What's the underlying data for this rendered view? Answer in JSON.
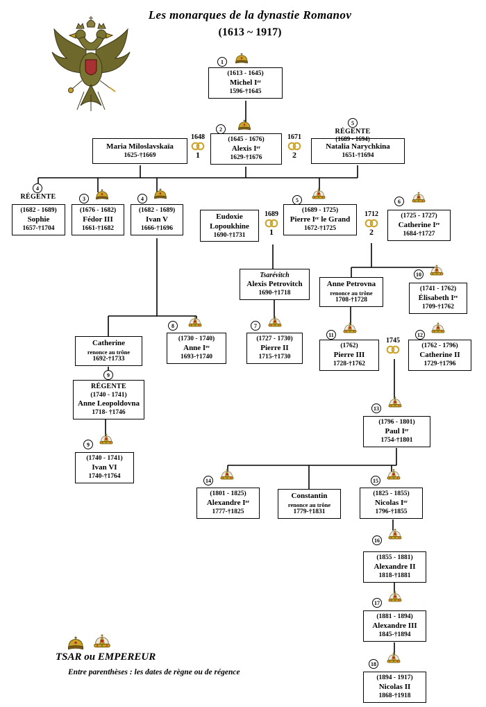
{
  "title": "Les monarques de la dynastie Romanov",
  "subtitle": "(1613 ~ 1917)",
  "legend": {
    "tsar": "TSAR ou EMPEREUR",
    "note": "Entre parenthèses : les dates de règne ou de régence"
  },
  "icons": {
    "tsar_crown": "tsar-crown-icon",
    "imperial_crown": "imperial-crown-icon",
    "rings": "wedding-rings-icon",
    "arms": "romanov-coat-of-arms"
  },
  "colors": {
    "gold": "#c9a227",
    "red": "#a83232",
    "olive": "#6e682c",
    "line": "#000000"
  },
  "persons": {
    "michel1": {
      "num": "1",
      "reign": "(1613 - 1645)",
      "name": "Michel Iᵉʳ",
      "dates": "1596-†1645"
    },
    "alexis1": {
      "num": "2",
      "reign": "(1645 - 1676)",
      "name": "Alexis Iᵉʳ",
      "dates": "1629-†1676"
    },
    "maria": {
      "name": "Maria Miloslavskaïa",
      "dates": "1625-†1669"
    },
    "natalia": {
      "num": "5",
      "role": "RÉGENTE",
      "reign": "(1689 - 1694)",
      "name": "Natalia Narychkina",
      "dates": "1651-†1694"
    },
    "sophie": {
      "num": "4",
      "role": "RÉGENTE",
      "reign": "(1682 - 1689)",
      "name": "Sophie",
      "dates": "1657-†1704"
    },
    "fedor3": {
      "num": "3",
      "reign": "(1676 - 1682)",
      "name": "Fédor III",
      "dates": "1661-†1682"
    },
    "ivan5": {
      "num": "4",
      "reign": "(1682 - 1689)",
      "name": "Ivan V",
      "dates": "1666-†1696"
    },
    "eudoxie": {
      "name1": "Eudoxie",
      "name2": "Lopoukhine",
      "dates": "1690-†1731"
    },
    "pierre1": {
      "num": "5",
      "reign": "(1689 - 1725)",
      "name": "Pierre Iᵉʳ le Grand",
      "dates": "1672-†1725"
    },
    "catherine1": {
      "num": "6",
      "reign": "(1725 - 1727)",
      "name": "Catherine Iʳᵉ",
      "dates": "1684-†1727"
    },
    "alexisP": {
      "title": "Tsarévitch",
      "name": "Alexis Petrovitch",
      "dates": "1690-†1718"
    },
    "anneP": {
      "name": "Anne Petrovna",
      "note": "renonce au trône",
      "dates": "1708-†1728"
    },
    "elisabeth": {
      "num": "10",
      "reign": "(1741 - 1762)",
      "name": "Élisabeth Iʳᵉ",
      "dates": "1709-†1762"
    },
    "catherineR": {
      "name": "Catherine",
      "note": "renonce au trône",
      "dates": "1692-†1733"
    },
    "anne1": {
      "num": "8",
      "reign": "(1730 - 1740)",
      "name": "Anne Iʳᵉ",
      "dates": "1693-†1740"
    },
    "pierre2": {
      "num": "7",
      "reign": "(1727 - 1730)",
      "name": "Pierre II",
      "dates": "1715-†1730"
    },
    "pierre3": {
      "num": "11",
      "reign": "(1762)",
      "name": "Pierre III",
      "dates": "1728-†1762"
    },
    "catherine2": {
      "num": "12",
      "reign": "(1762 - 1796)",
      "name": "Catherine II",
      "dates": "1729-†1796"
    },
    "anneL": {
      "num": "9",
      "role": "RÉGENTE",
      "reign": "(1740 - 1741)",
      "name": "Anne Leopoldovna",
      "dates": "1718- †1746"
    },
    "ivan6": {
      "num": "9",
      "reign": "(1740 - 1741)",
      "name": "Ivan VI",
      "dates": "1740-†1764"
    },
    "paul1": {
      "num": "13",
      "reign": "(1796 - 1801)",
      "name": "Paul Iᵉʳ",
      "dates": "1754-†1801"
    },
    "alexandre1": {
      "num": "14",
      "reign": "(1801 - 1825)",
      "name": "Alexandre Iᵉʳ",
      "dates": "1777-†1825"
    },
    "constantin": {
      "name": "Constantin",
      "note": "renonce au trône",
      "dates": "1779-†1831"
    },
    "nicolas1": {
      "num": "15",
      "reign": "(1825 - 1855)",
      "name": "Nicolas Iᵉʳ",
      "dates": "1796-†1855"
    },
    "alexandre2": {
      "num": "16",
      "reign": "(1855 - 1881)",
      "name": "Alexandre II",
      "dates": "1818-†1881"
    },
    "alexandre3": {
      "num": "17",
      "reign": "(1881 - 1894)",
      "name": "Alexandre III",
      "dates": "1845-†1894"
    },
    "nicolas2": {
      "num": "18",
      "reign": "(1894 - 1917)",
      "name": "Nicolas II",
      "dates": "1868-†1918"
    }
  },
  "marriages": {
    "m1": {
      "year": "1648",
      "order": "1"
    },
    "m2": {
      "year": "1671",
      "order": "2"
    },
    "m3": {
      "year": "1689",
      "order": "1"
    },
    "m4": {
      "year": "1712",
      "order": "2"
    },
    "m5": {
      "year": "1745",
      "order": ""
    }
  }
}
